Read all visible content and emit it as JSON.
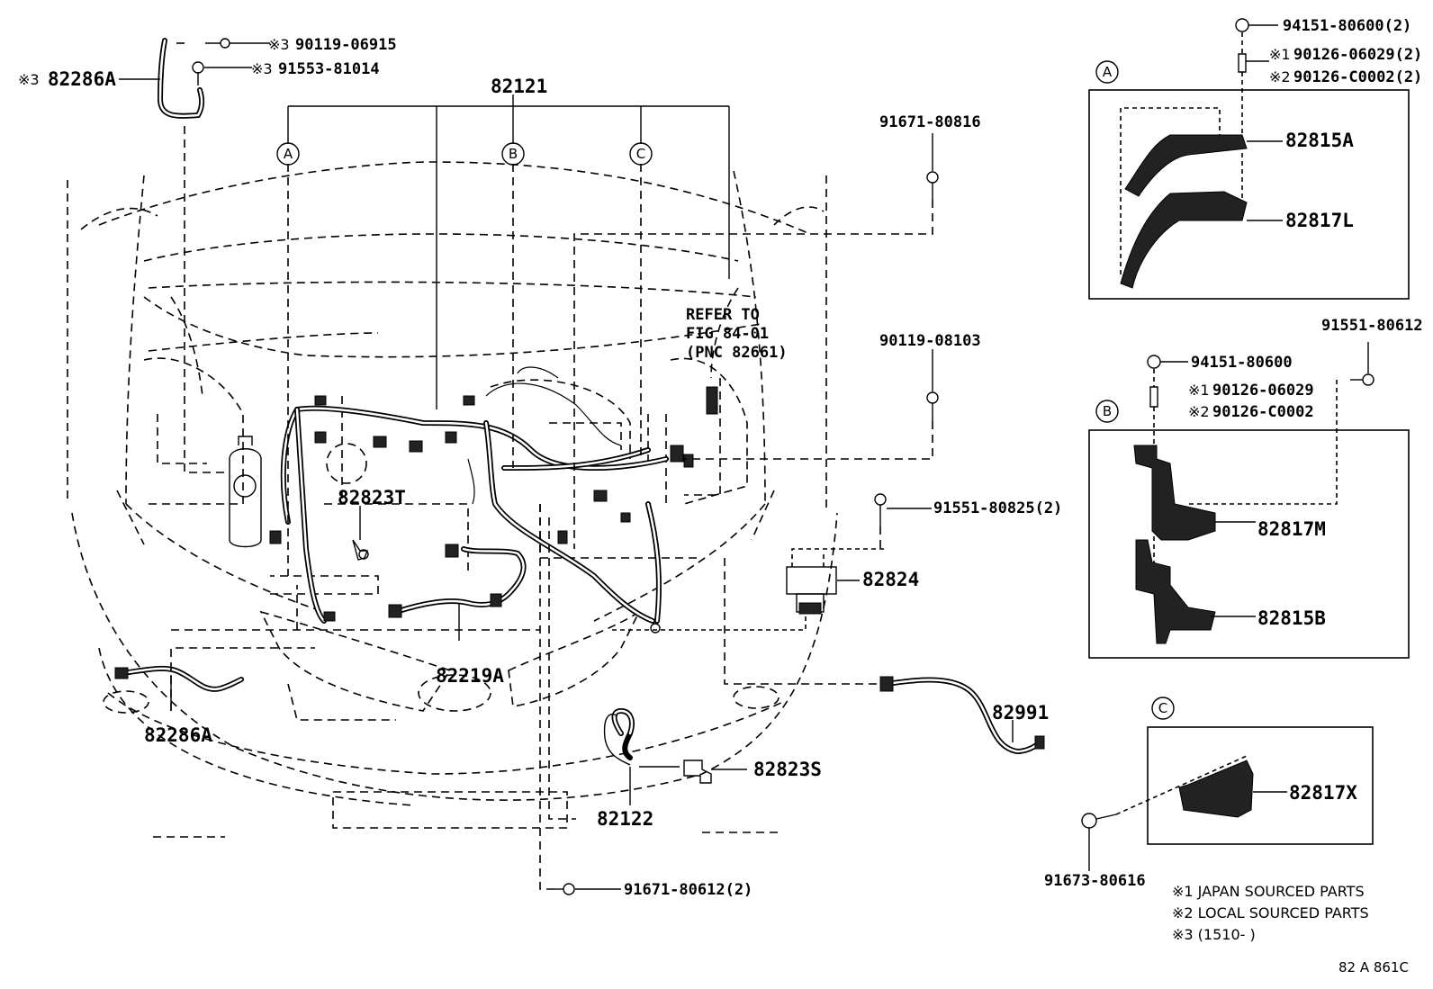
{
  "labels": {
    "p82121": "82121",
    "p82286a_top": "82286A",
    "p90119_06915": "90119-06915",
    "p91553_81014": "91553-81014",
    "p91671_80816": "91671-80816",
    "p90119_08103": "90119-08103",
    "refer_1": "REFER TO",
    "refer_2": "FIG 84-01",
    "refer_3": "(PNC 82661)",
    "p82823t": "82823T",
    "p91551_80825": "91551-80825(2)",
    "p82824": "82824",
    "p82219a": "82219A",
    "p82286a_bottom": "82286A",
    "p82991": "82991",
    "p82823s": "82823S",
    "p82122": "82122",
    "p91671_80612": "91671-80612(2)",
    "p94151_80600_2": "94151-80600(2)",
    "p90126_06029_2": "90126-06029(2)",
    "p90126_c0002_2": "90126-C0002(2)",
    "p82815a": "82815A",
    "p82817l": "82817L",
    "p91551_80612": "91551-80612",
    "p94151_80600": "94151-80600",
    "p90126_06029": "90126-06029",
    "p90126_c0002": "90126-C0002",
    "p82817m": "82817M",
    "p82815b": "82815B",
    "p82817x": "82817X",
    "p91673_80616": "91673-80616"
  },
  "marks": {
    "m1": "※1",
    "m2": "※2",
    "m3": "※3"
  },
  "circles": {
    "a": "A",
    "b": "B",
    "c": "C"
  },
  "notes": {
    "n1": "※1 JAPAN SOURCED PARTS",
    "n2": "※2 LOCAL SOURCED PARTS",
    "n3": "※3 (1510-      )"
  },
  "figure_code": "82 A 861C"
}
